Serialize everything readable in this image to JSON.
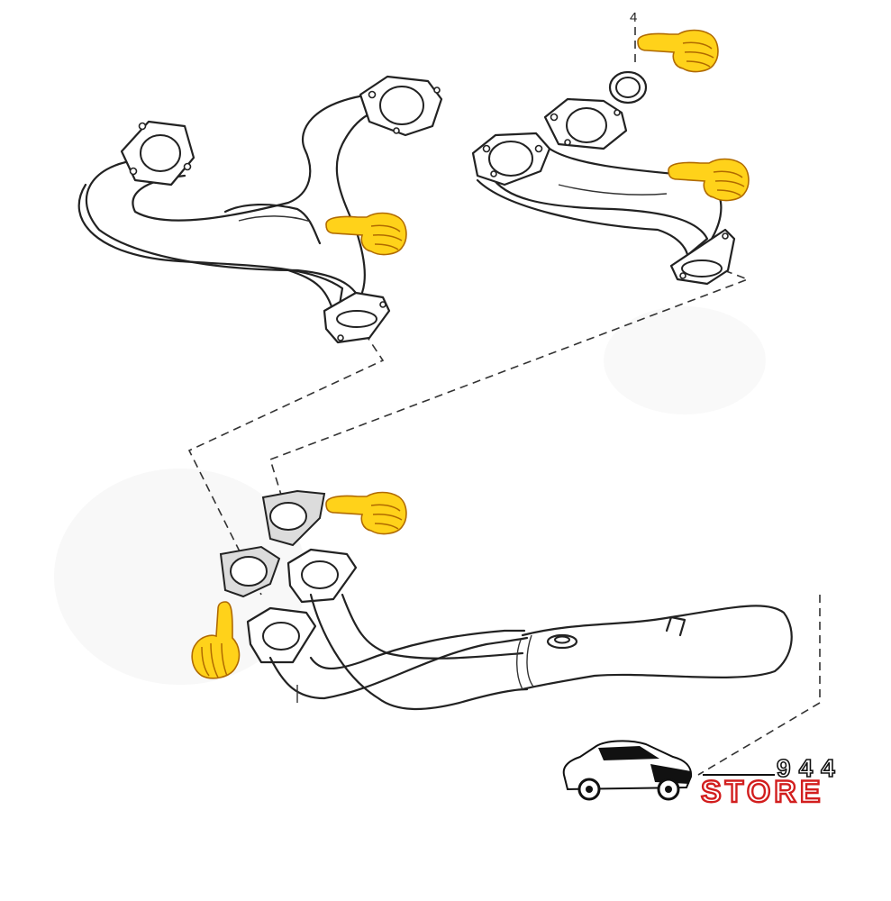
{
  "diagram": {
    "callouts": [
      {
        "number": "4"
      }
    ],
    "logo": {
      "top_text": "944",
      "bottom_text": "STORE",
      "colors": {
        "top": "#111111",
        "bottom": "#d21e1e"
      }
    },
    "pointer_hand_color": "#ffd21a",
    "icons": [
      "pointing-hand-icon",
      "car-silhouette-icon"
    ]
  }
}
